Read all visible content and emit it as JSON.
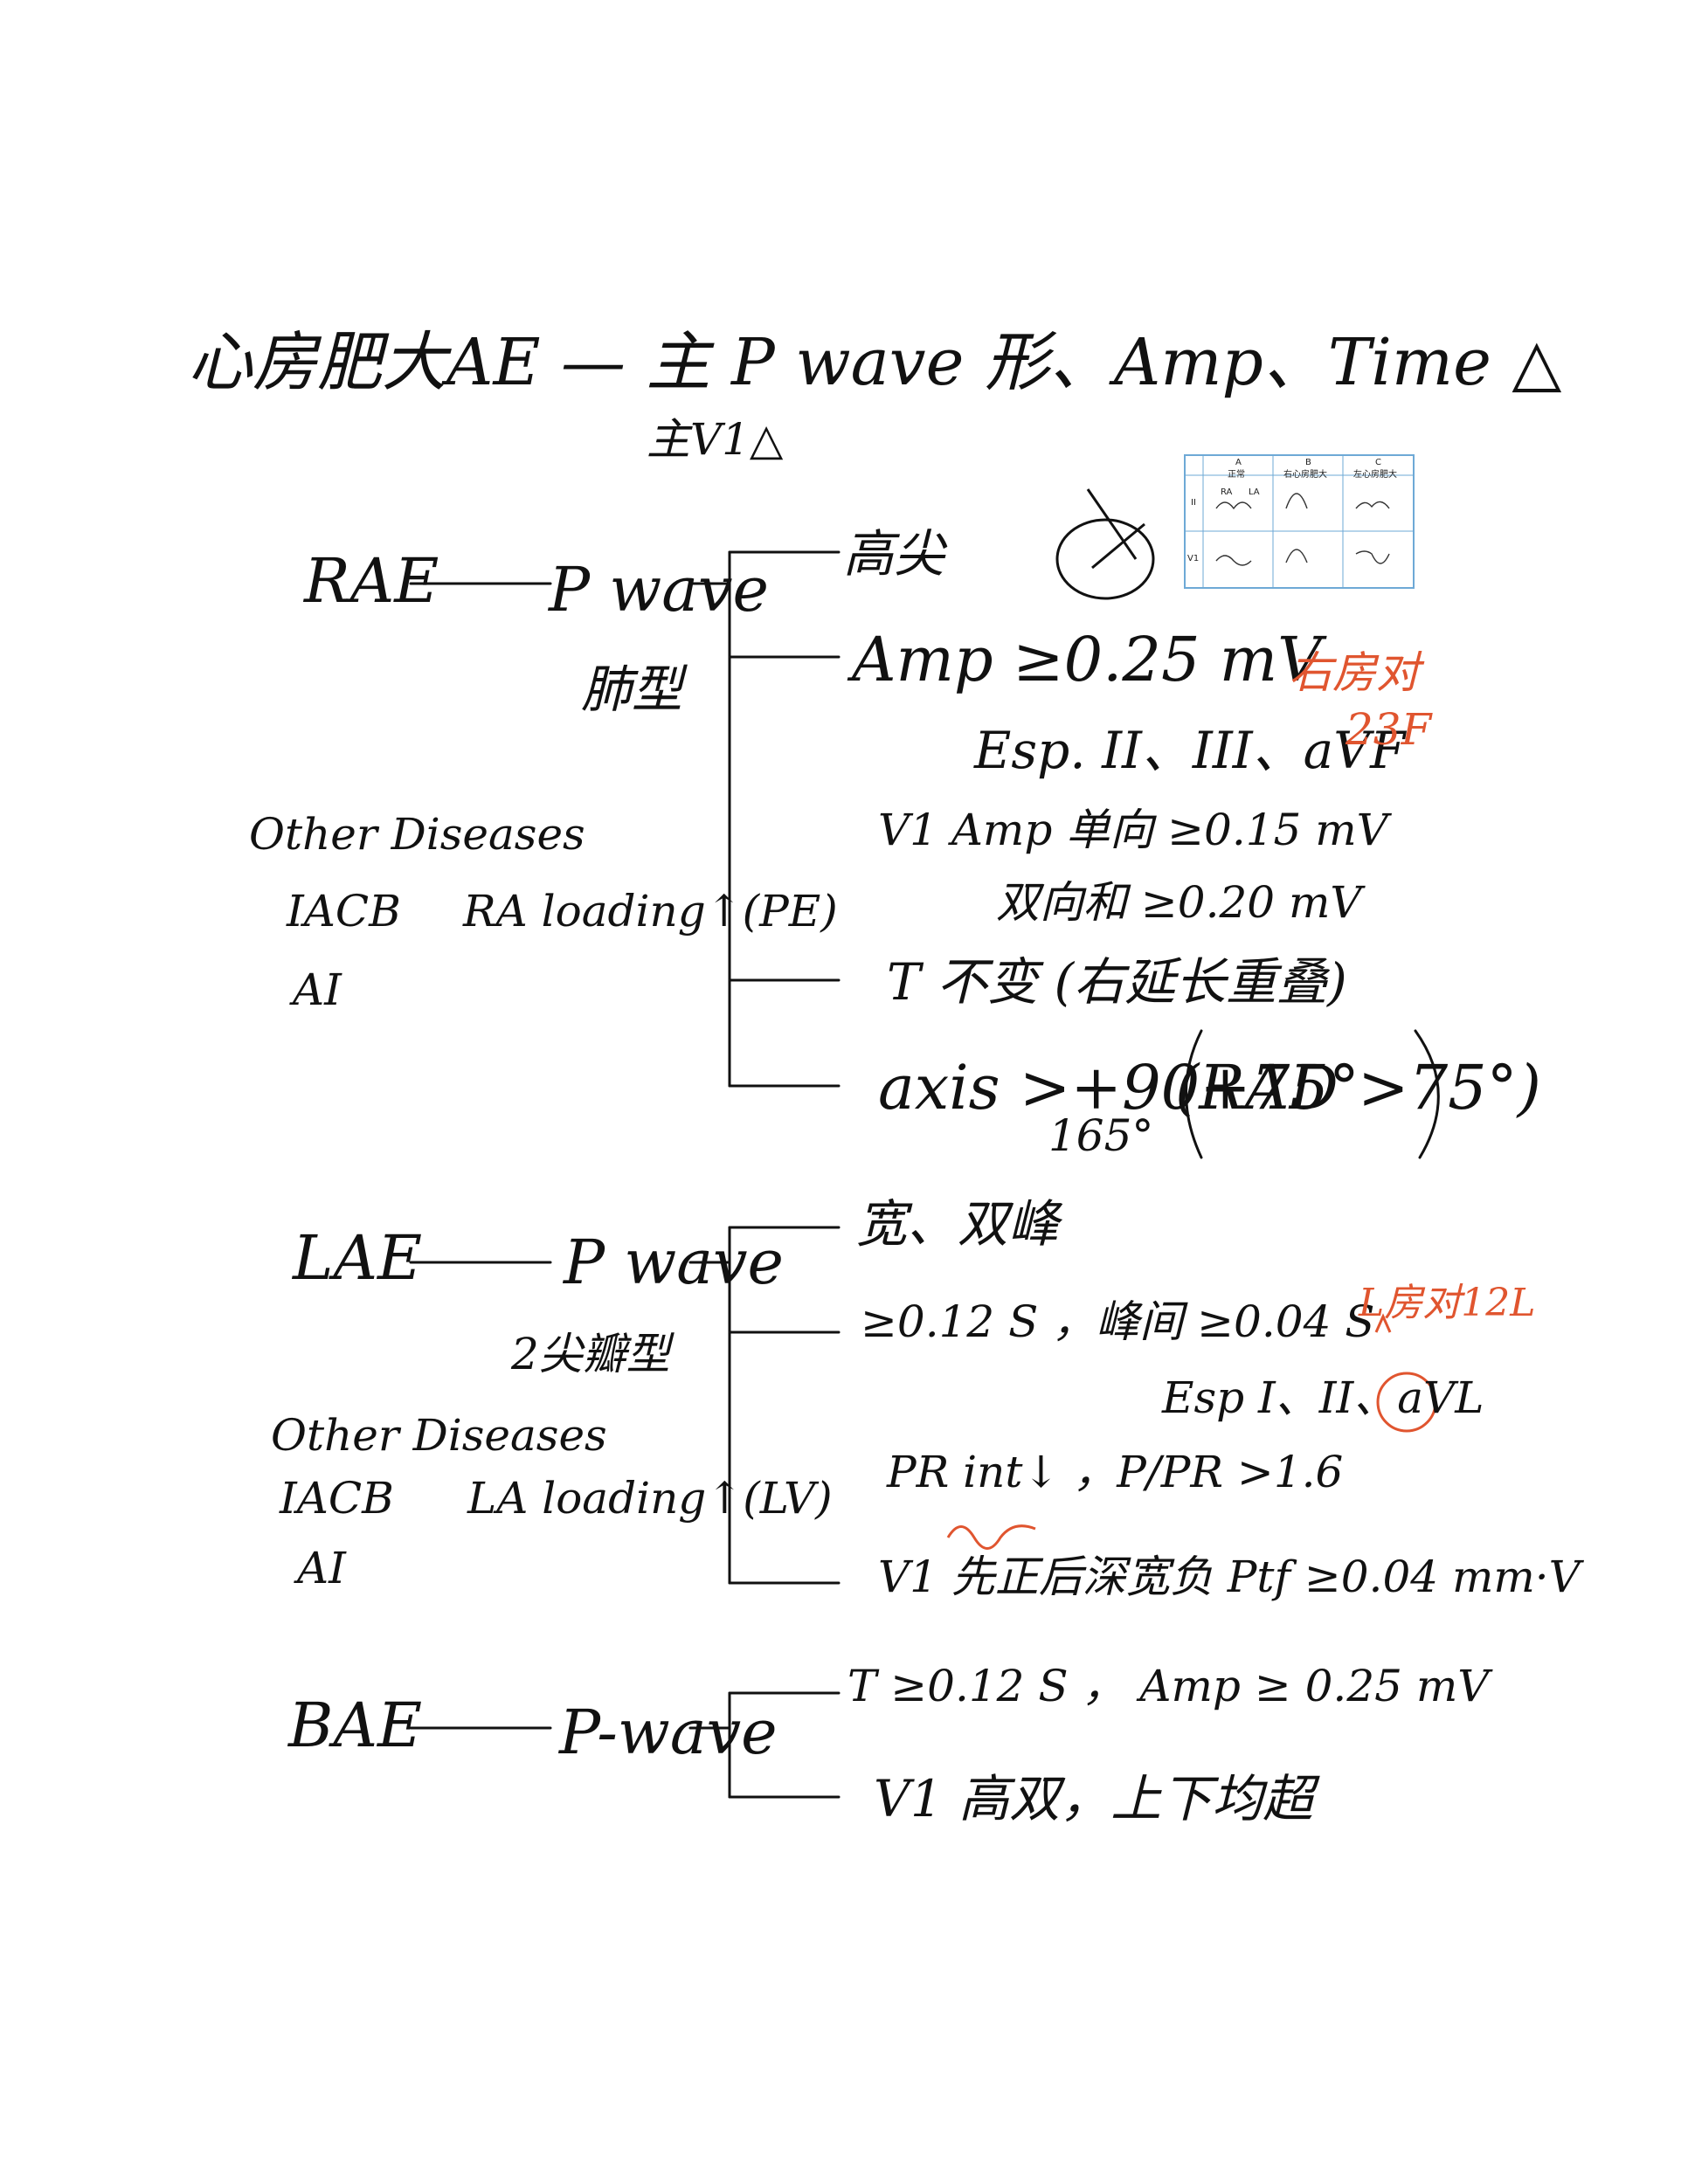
{
  "title": {
    "main": "心房肥大AE — 主 P wave 形、Amp、Time △",
    "sub": "主V1△"
  },
  "rae": {
    "label": "RAE",
    "pwave": "P wave",
    "pwave_sub": "肺型",
    "branches": [
      "高尖",
      "Amp ≥0.25 mV",
      "T 不变 (右延长重叠)",
      "axis >+90+75°"
    ],
    "esp": "Esp. II、III、aVF",
    "v1_line1": "V1 Amp 单向 ≥0.15 mV",
    "v1_line2": "双向和 ≥0.20 mV",
    "axis_note": "(RAD >75°)",
    "axis_sub": "165°",
    "other_title": "Other Diseases",
    "other_items": [
      "IACB",
      "RA loading↑(PE)",
      "AI"
    ],
    "note_red_1": "右房对",
    "note_red_2": "23F"
  },
  "lae": {
    "label": "LAE",
    "pwave": "P wave",
    "pwave_sub": "2尖瓣型",
    "branches": [
      "宽、双峰",
      "≥0.12 S ，峰间 ≥0.04 S",
      "PR int↓ ，P/PR >1.6",
      "V1 先正后深宽负 Ptf ≥0.04 mm·V"
    ],
    "esp": "Esp I、II、aVL",
    "other_title": "Other Diseases",
    "other_items": [
      "IACB",
      "LA loading↑(LV)",
      "AI"
    ],
    "note_red": "L房对12L"
  },
  "bae": {
    "label": "BAE",
    "pwave": "P-wave",
    "branches": [
      "T ≥0.12 S ， Amp ≥ 0.25 mV",
      "V1 高双，上下均超"
    ]
  },
  "inset": {
    "cols": [
      "A",
      "B",
      "C"
    ],
    "col_titles": [
      "正常",
      "右心房肥大",
      "左心房肥大"
    ],
    "rows": [
      "II",
      "V1"
    ],
    "cell_labels": [
      "RA",
      "LA"
    ]
  },
  "colors": {
    "ink": "#111111",
    "red": "#e0552f",
    "blue": "#6ea9d6"
  }
}
